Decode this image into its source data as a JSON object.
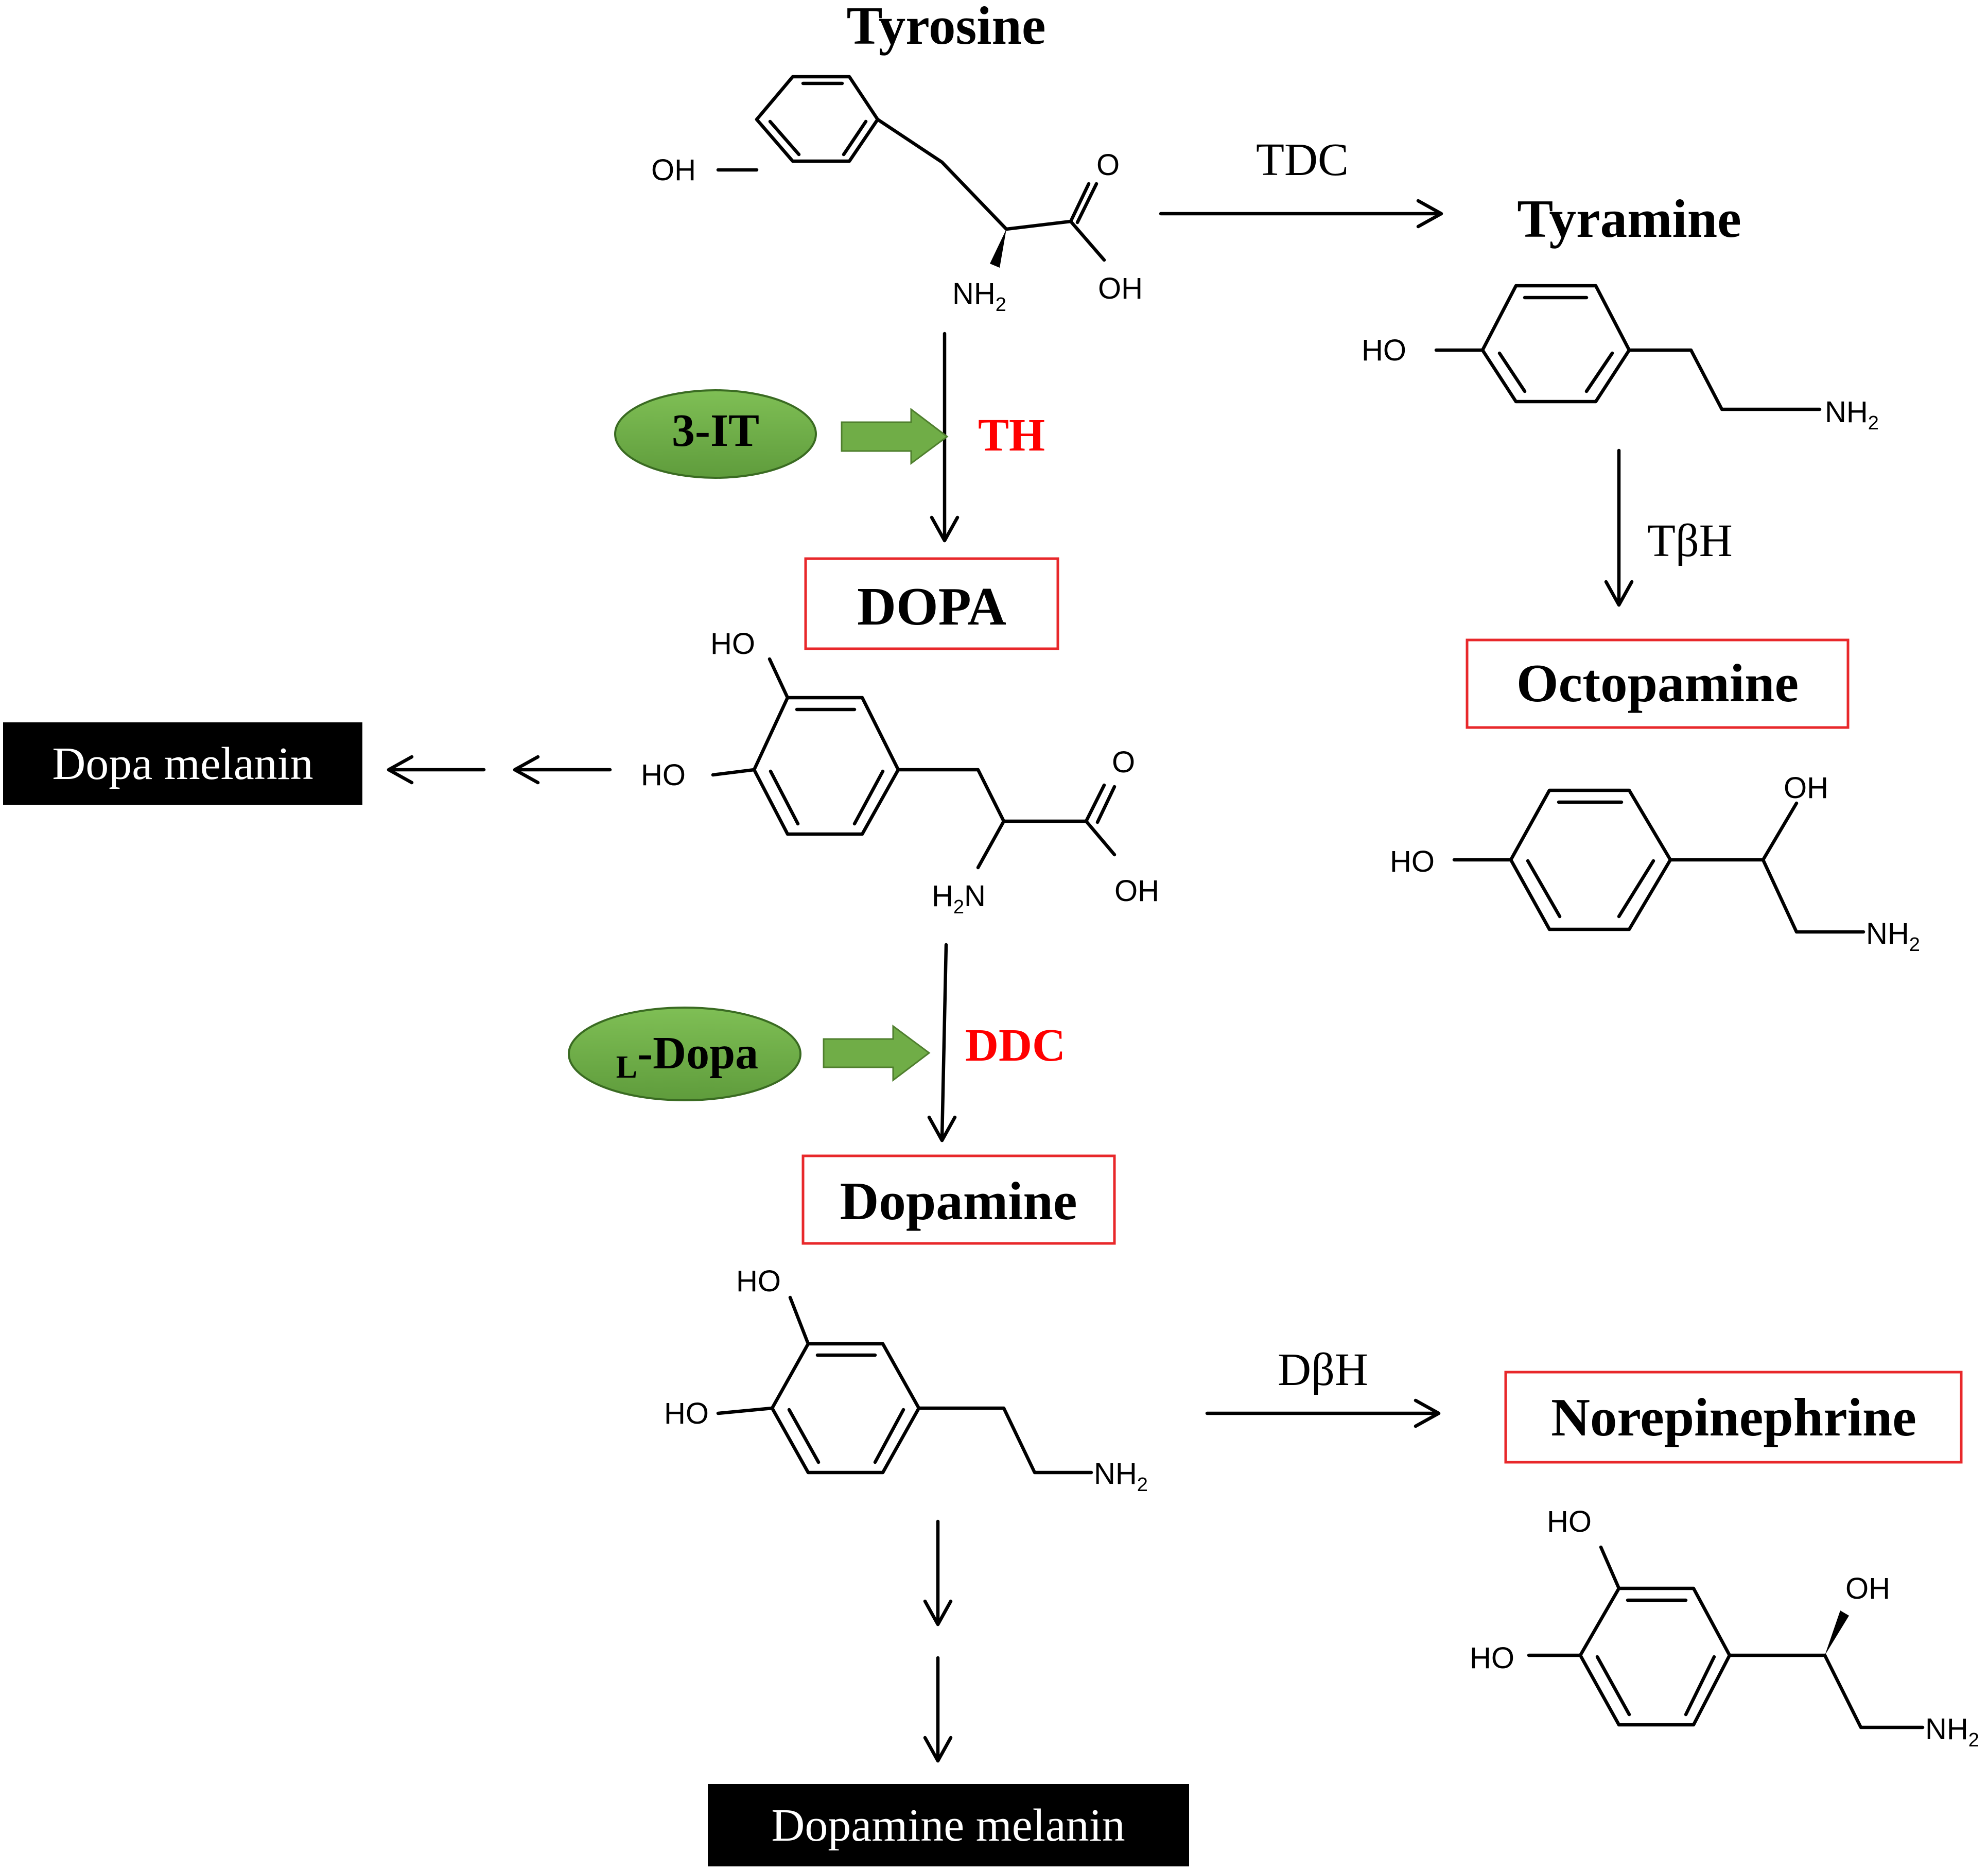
{
  "colors": {
    "enzyme_highlight": "#ff0000",
    "box_border": "#e8282b",
    "inhibitor_fill": "#70ad47",
    "black_box": "#000000"
  },
  "compounds": {
    "tyrosine": "Tyrosine",
    "tyramine": "Tyramine",
    "dopa": "DOPA",
    "octopamine": "Octopamine",
    "dopa_melanin": "Dopa melanin",
    "dopamine": "Dopamine",
    "norepinephrine": "Norepinephrine",
    "dopamine_melanin": "Dopamine melanin"
  },
  "enzymes": {
    "tdc": "TDC",
    "tbh": "TβH",
    "th": "TH",
    "ddc": "DDC",
    "dbh": "DβH"
  },
  "modulators": {
    "three_it": "3-IT",
    "ldopa_prefix": "L",
    "ldopa_main": "-Dopa"
  },
  "atoms": {
    "oh": "OH",
    "ho": "HO",
    "o": "O",
    "nh": "NH",
    "n": "N",
    "h": "H",
    "two": "2"
  }
}
